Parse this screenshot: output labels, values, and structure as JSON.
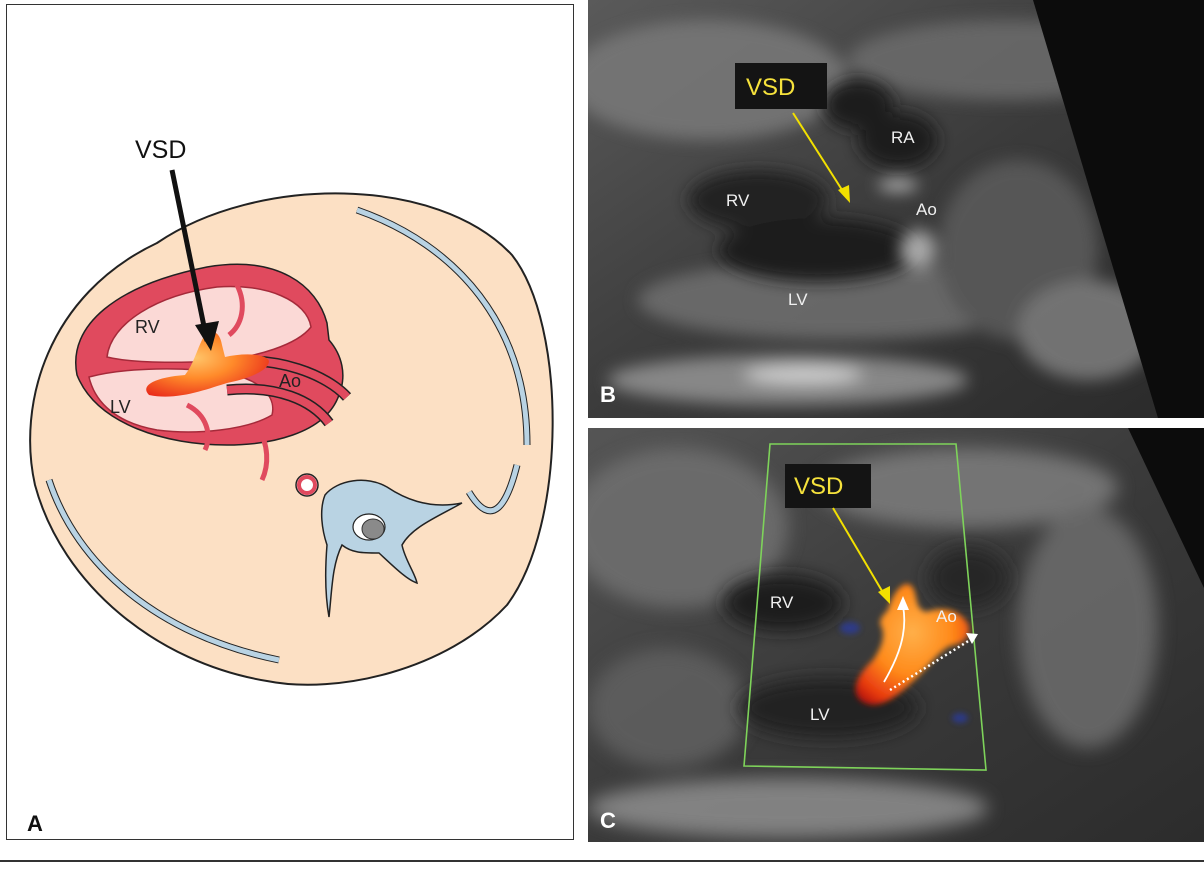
{
  "panel_a": {
    "letter": "A",
    "vsd_label": "VSD",
    "labels": {
      "rv": "RV",
      "lv": "LV",
      "ao": "Ao"
    },
    "colors": {
      "body_fill": "#fce0c4",
      "heart_wall": "#e04a5e",
      "chamber_fill": "#fbd9d6",
      "bone": "#b9d3e3",
      "shunt": "#f0421e"
    }
  },
  "panel_b": {
    "letter": "B",
    "vsd_label": "VSD",
    "labels": {
      "ra": "RA",
      "rv": "RV",
      "ao": "Ao",
      "lv": "LV"
    },
    "colors": {
      "label_yellow": "#f6e23c",
      "arrow": "#f2e000"
    }
  },
  "panel_c": {
    "letter": "C",
    "vsd_label": "VSD",
    "labels": {
      "rv": "RV",
      "ao": "Ao",
      "lv": "LV"
    },
    "colors": {
      "doppler_box": "#7ed35a",
      "doppler_flow": "#ff8c1a"
    }
  }
}
